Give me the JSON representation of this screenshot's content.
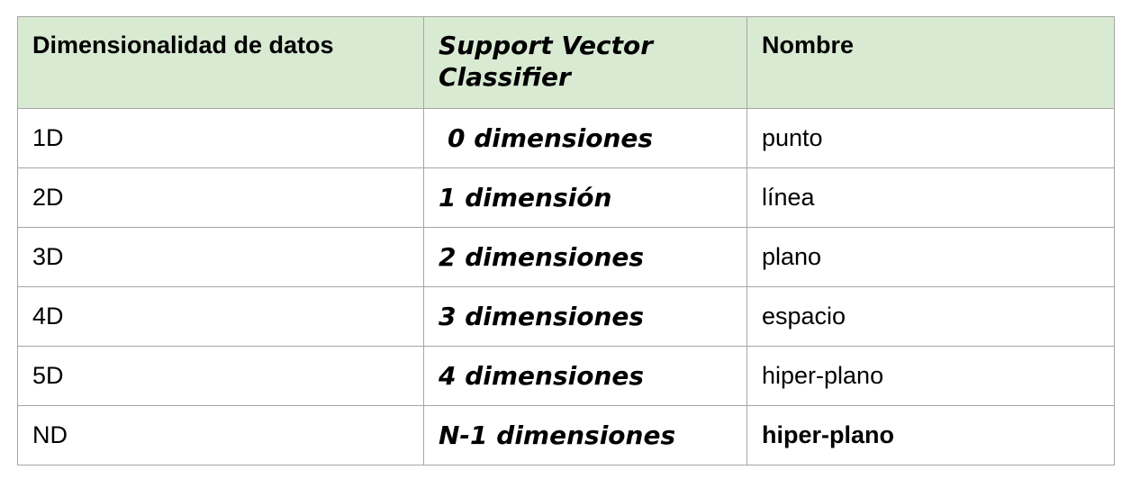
{
  "table": {
    "headers": {
      "data_dim": "Dimensionalidad de datos",
      "svc_line1": "Support Vector",
      "svc_line2": "Classifier",
      "name": "Nombre"
    },
    "rows": [
      {
        "data_dim": "1D",
        "svc": "0 dimensiones",
        "name": "punto"
      },
      {
        "data_dim": "2D",
        "svc": "1 dimensión",
        "name": "línea"
      },
      {
        "data_dim": "3D",
        "svc": "2 dimensiones",
        "name": "plano"
      },
      {
        "data_dim": "4D",
        "svc": "3 dimensiones",
        "name": "espacio"
      },
      {
        "data_dim": "5D",
        "svc": "4 dimensiones",
        "name": "hiper-plano"
      },
      {
        "data_dim": "ND",
        "svc": "N-1 dimensiones",
        "name": "hiper-plano"
      }
    ]
  },
  "colors": {
    "header_background": "#d9ead3",
    "border": "#a6a6a6",
    "text": "#000000"
  }
}
